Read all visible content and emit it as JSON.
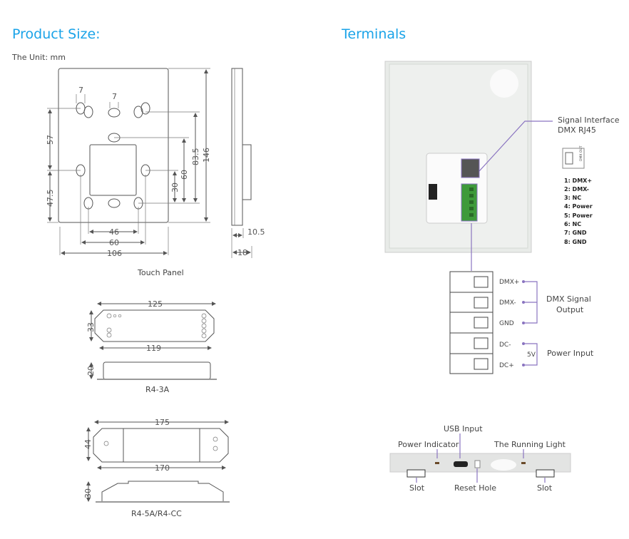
{
  "product_size": {
    "title": "Product Size:",
    "unit": "The Unit: mm",
    "touch_panel": {
      "name": "Touch Panel",
      "dims": [
        "7",
        "7",
        "57",
        "47.5",
        "30",
        "60",
        "83.5",
        "146",
        "46",
        "60",
        "106",
        "10.5",
        "18"
      ]
    },
    "r4_3a": {
      "name": "R4-3A",
      "dims": [
        "125",
        "33",
        "119",
        "20"
      ]
    },
    "r4_5a": {
      "name": "R4-5A/R4-CC",
      "dims": [
        "175",
        "44",
        "170",
        "30"
      ]
    }
  },
  "terminals": {
    "title": "Terminals",
    "signal_interface": [
      "Signal Interface",
      "DMX  RJ45"
    ],
    "rj45_label": "DMX OUT",
    "pins": [
      "1: DMX+",
      "2: DMX-",
      "3: NC",
      "4: Power",
      "5: Power",
      "6: NC",
      "7: GND",
      "8: GND"
    ],
    "terminal_labels": [
      "DMX+",
      "DMX-",
      "GND",
      "DC-",
      "DC+"
    ],
    "dmx_output": [
      "DMX Signal",
      "Output"
    ],
    "voltage": "5V",
    "power_input": "Power Input",
    "edge": {
      "usb": "USB Input",
      "power_indicator": "Power Indicator",
      "running_light": "The Running Light",
      "slot_left": "Slot",
      "reset": "Reset Hole",
      "slot_right": "Slot"
    }
  },
  "colors": {
    "heading": "#1aa3e8",
    "callout": "#8a74c0",
    "terminal_green": "#3e9a3a"
  }
}
